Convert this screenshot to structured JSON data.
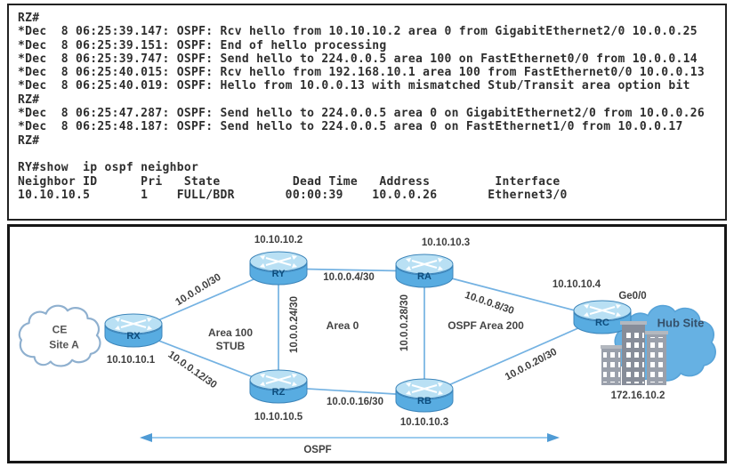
{
  "terminal": {
    "lines": [
      "RZ#",
      "*Dec  8 06:25:39.147: OSPF: Rcv hello from 10.10.10.2 area 0 from GigabitEthernet2/0 10.0.0.25",
      "*Dec  8 06:25:39.151: OSPF: End of hello processing",
      "*Dec  8 06:25:39.747: OSPF: Send hello to 224.0.0.5 area 100 on FastEthernet0/0 from 10.0.0.14",
      "*Dec  8 06:25:40.015: OSPF: Rcv hello from 192.168.10.1 area 100 from FastEthernet0/0 10.0.0.13",
      "*Dec  8 06:25:40.019: OSPF: Hello from 10.0.0.13 with mismatched Stub/Transit area option bit",
      "RZ#",
      "*Dec  8 06:25:47.287: OSPF: Send hello to 224.0.0.5 area 0 on GigabitEthernet2/0 from 10.0.0.26",
      "*Dec  8 06:25:48.187: OSPF: Send hello to 224.0.0.5 area 0 on FastEthernet1/0 from 10.0.0.17",
      "RZ#",
      "",
      "RY#show  ip ospf neighbor",
      "Neighbor ID      Pri   State          Dead Time   Address         Interface",
      "10.10.10.5       1    FULL/BDR       00:00:39    10.0.0.26       Ethernet3/0"
    ]
  },
  "diagram": {
    "ce_cloud": {
      "line1": "CE",
      "line2": "Site A"
    },
    "hub_cloud": {
      "label": "Hub Site",
      "ip": "172.16.10.2"
    },
    "routers": {
      "rx": {
        "name": "RX",
        "ip": "10.10.10.1"
      },
      "ry": {
        "name": "RY",
        "ip": "10.10.10.2"
      },
      "rz": {
        "name": "RZ",
        "ip": "10.10.10.5"
      },
      "ra": {
        "name": "RA",
        "ip": "10.10.10.3"
      },
      "rb": {
        "name": "RB",
        "ip": "10.10.10.3"
      },
      "rc": {
        "name": "RC",
        "ip": "10.10.10.4",
        "interface": "Ge0/0"
      }
    },
    "link_labels": {
      "rx_ry": "10.0.0.0/30",
      "rx_rz": "10.0.0.12/30",
      "ry_ra": "10.0.0.4/30",
      "ry_rz": "10.0.0.24/30",
      "rz_rb": "10.0.0.16/30",
      "ra_rb": "10.0.0.28/30",
      "ra_rc": "10.0.0.8/30",
      "rb_rc": "10.0.0.20/30"
    },
    "area_labels": {
      "area100_line1": "Area 100",
      "area100_line2": "STUB",
      "area0": "Area 0",
      "area200": "OSPF Area 200"
    },
    "ospf_label": "OSPF"
  },
  "colors": {
    "router_body": "#58ace1",
    "router_top": "#b9e0f4",
    "link_line": "#74b2e2",
    "hub_cloud_fill": "#66b1e3",
    "label_text": "#3f3f3f"
  }
}
